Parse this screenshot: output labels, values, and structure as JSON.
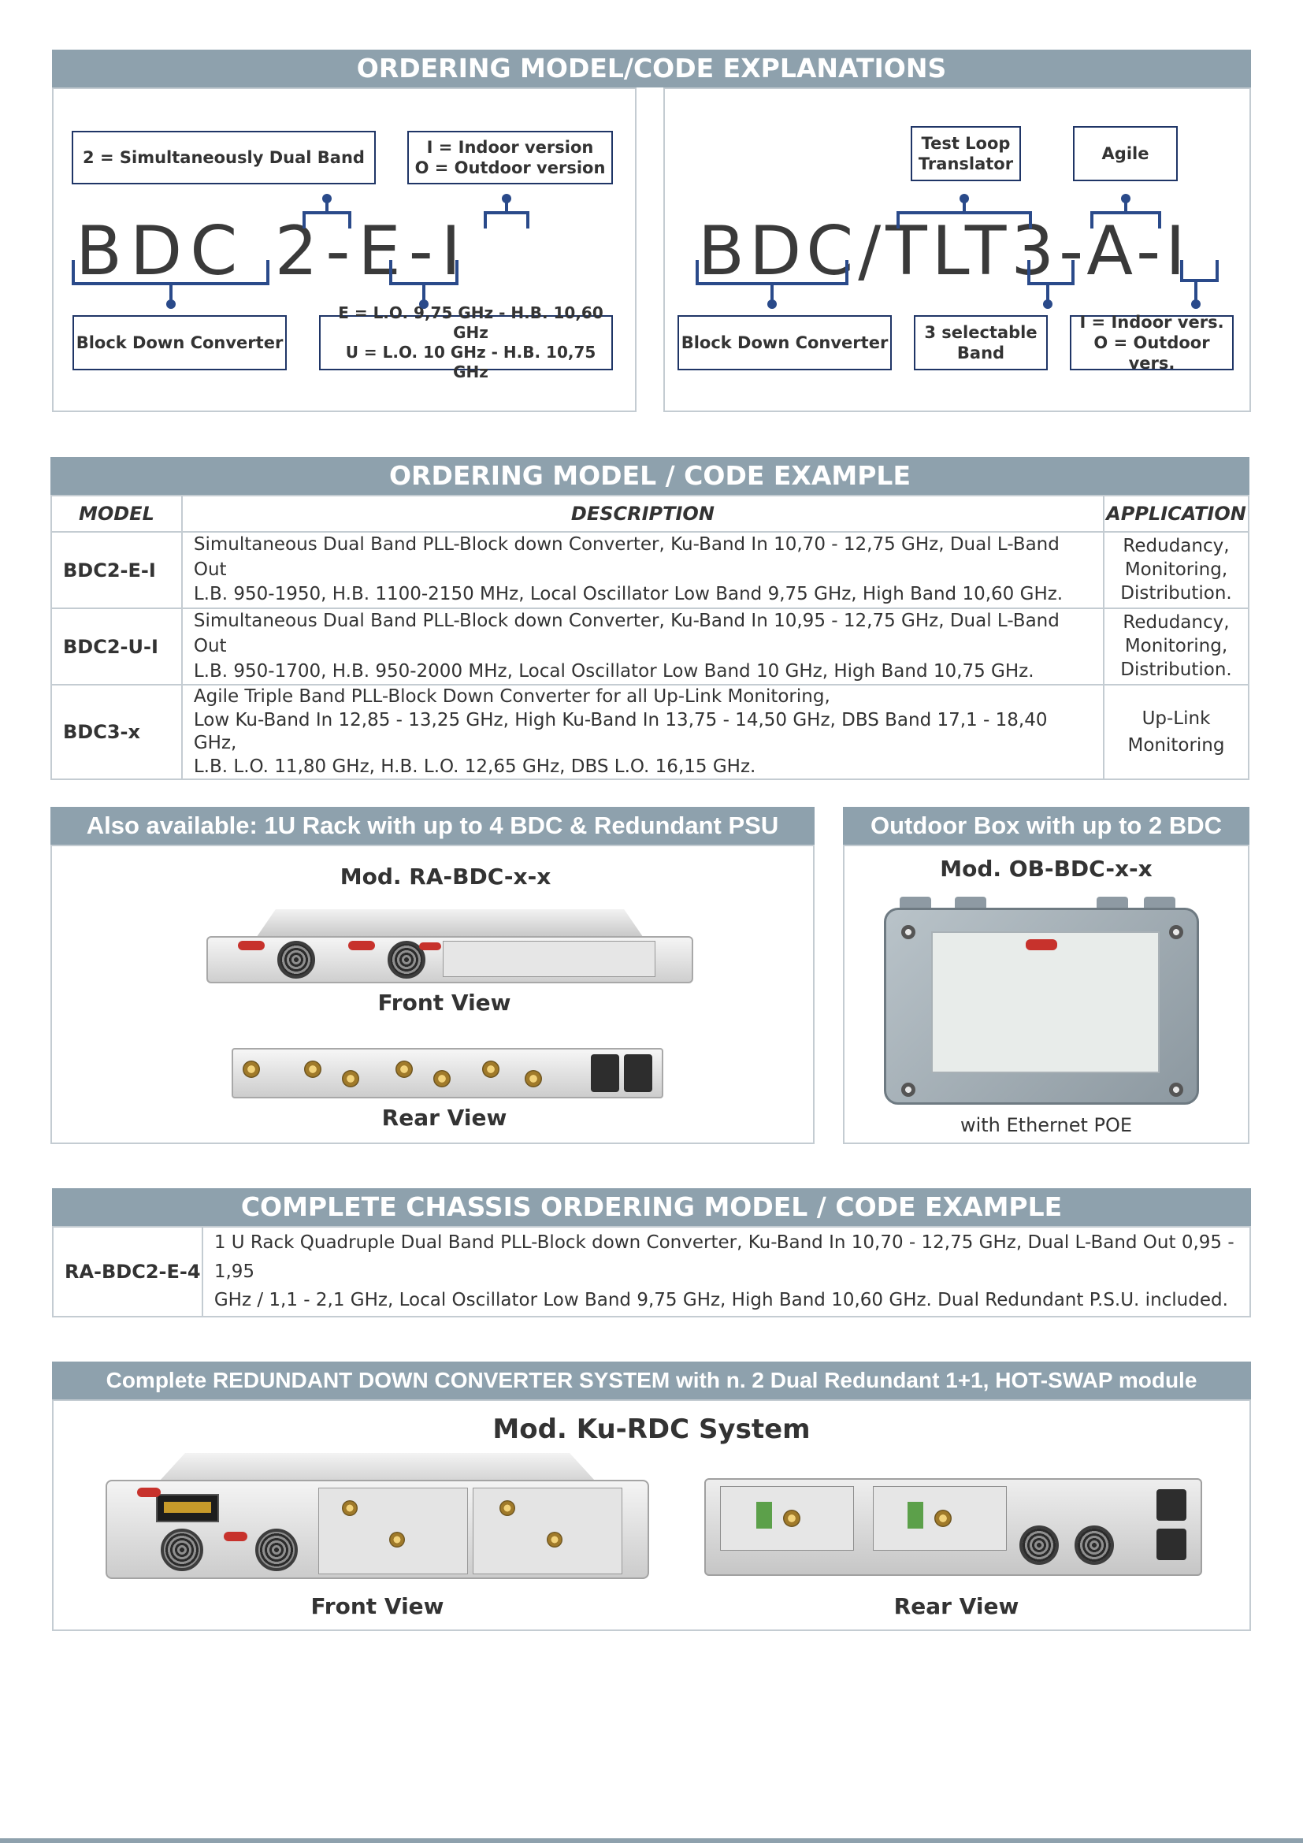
{
  "explanations": {
    "title": "ORDERING MODEL/CODE EXPLANATIONS",
    "left": {
      "code": "BDC 2-E-I",
      "top_box_band": "2  =  Simultaneously Dual Band",
      "top_box_version_line1": "I  =  Indoor version",
      "top_box_version_line2": "O  =  Outdoor version",
      "bottom_box_name": "Block Down Converter",
      "bottom_box_lo_line1": "E =  L.O. 9,75 GHz - H.B. 10,60 GHz",
      "bottom_box_lo_line2": "U =  L.O. 10 GHz - H.B. 10,75 GHz"
    },
    "right": {
      "code": "BDC/TLT3-A-I",
      "top_box_tlt_line1": "Test Loop",
      "top_box_tlt_line2": "Translator",
      "top_box_agile": "Agile",
      "bottom_box_name": "Block Down Converter",
      "bottom_box_band_line1": "3  selectable",
      "bottom_box_band_line2": "Band",
      "bottom_box_version_line1": "I  = Indoor vers.",
      "bottom_box_version_line2": "O = Outdoor vers."
    }
  },
  "example": {
    "title": "ORDERING MODEL / CODE EXAMPLE",
    "headers": [
      "MODEL",
      "DESCRIPTION",
      "APPLICATION"
    ],
    "rows": [
      {
        "model": "BDC2-E-I",
        "desc_lines": [
          "Simultaneous Dual Band PLL-Block down Converter, Ku-Band In 10,70 - 12,75 GHz, Dual L-Band Out",
          "L.B. 950-1950, H.B. 1100-2150 MHz, Local Oscillator Low Band 9,75 GHz, High Band 10,60 GHz."
        ],
        "app_lines": [
          "Redudancy,",
          "Monitoring,",
          "Distribution."
        ]
      },
      {
        "model": "BDC2-U-I",
        "desc_lines": [
          "Simultaneous Dual Band PLL-Block down Converter, Ku-Band In 10,95 - 12,75 GHz, Dual L-Band Out",
          "L.B. 950-1700, H.B. 950-2000 MHz, Local Oscillator Low Band 10 GHz, High Band 10,75 GHz."
        ],
        "app_lines": [
          "Redudancy,",
          "Monitoring,",
          "Distribution."
        ]
      },
      {
        "model": "BDC3-x",
        "desc_lines": [
          "Agile Triple Band PLL-Block Down Converter for all Up-Link Monitoring,",
          "Low Ku-Band In 12,85 - 13,25 GHz, High Ku-Band In 13,75 - 14,50 GHz, DBS Band 17,1 - 18,40 GHz,",
          "L.B. L.O. 11,80 GHz, H.B. L.O. 12,65 GHz, DBS L.O. 16,15 GHz."
        ],
        "app_lines": [
          "Up-Link",
          "Monitoring"
        ]
      }
    ]
  },
  "rack": {
    "title": "Also available: 1U Rack with up to 4 BDC & Redundant PSU",
    "model": "Mod. RA-BDC-x-x",
    "front_caption": "Front View",
    "rear_caption": "Rear View"
  },
  "outdoor": {
    "title": "Outdoor Box with up to 2 BDC",
    "model": "Mod. OB-BDC-x-x",
    "caption": "with Ethernet POE"
  },
  "chassis": {
    "title": "COMPLETE CHASSIS ORDERING MODEL / CODE EXAMPLE",
    "model": "RA-BDC2-E-4",
    "desc_lines": [
      "1 U Rack Quadruple Dual Band PLL-Block down Converter, Ku-Band In 10,70 - 12,75 GHz, Dual L-Band Out 0,95 - 1,95",
      "GHz / 1,1 - 2,1 GHz, Local Oscillator Low Band 9,75 GHz, High Band 10,60 GHz. Dual Redundant P.S.U. included."
    ]
  },
  "redundant": {
    "title": "Complete REDUNDANT DOWN CONVERTER SYSTEM with n. 2 Dual Redundant 1+1, HOT-SWAP module",
    "model": "Mod. Ku-RDC System",
    "front_caption": "Front View",
    "rear_caption": "Rear View"
  },
  "colors": {
    "band": "#8ea1ad",
    "frame": "#c4ccd2",
    "box_border": "#1f3566",
    "bracket": "#2a4a8a"
  }
}
